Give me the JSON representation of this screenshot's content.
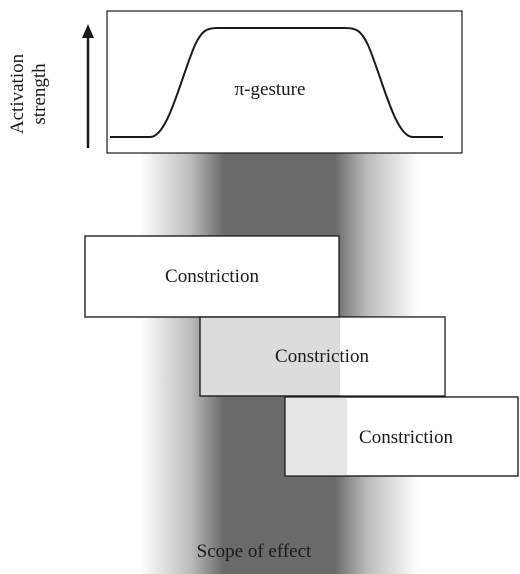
{
  "gesture_plot": {
    "y_axis_label_line1": "Activation",
    "y_axis_label_line2": "strength",
    "curve_label": "π-gesture"
  },
  "constrictions": [
    {
      "label": "Constriction"
    },
    {
      "label": "Constriction"
    },
    {
      "label": "Constriction"
    }
  ],
  "scope_band": {
    "label": "Scope of effect"
  },
  "colors": {
    "band_dark": "#5e5e5e",
    "box_overlap_fill": "#d9d9d9",
    "box_fill": "#ffffff",
    "stroke": "#1a1a1a"
  }
}
